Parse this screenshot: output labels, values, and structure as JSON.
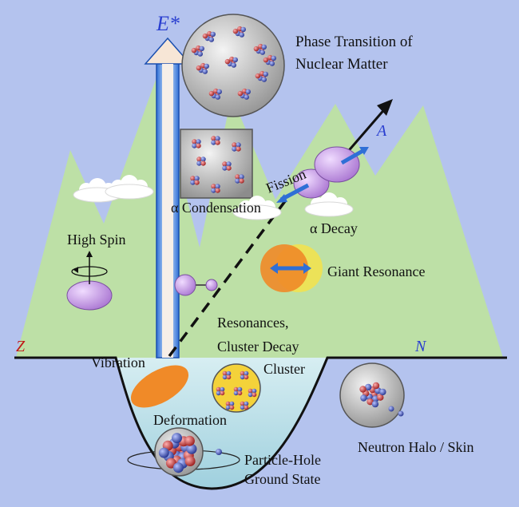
{
  "colors": {
    "background": "#b4c3ee",
    "mountain": "#bde0a6",
    "well": "#bfe3ec",
    "axis_label": "#c01818",
    "energy_label": "#2a3fd0",
    "nucleus_orange": "#f08a28",
    "nucleus_violet": "#c99ae6"
  },
  "labels": {
    "phase_line1": "Phase Transition of",
    "phase_line2": "Nuclear Matter",
    "energy_axis": "E*",
    "mass_axis": "A",
    "fission": "Fission",
    "alpha_condensation": "α Condensation",
    "alpha_decay": "α Decay",
    "high_spin": "High Spin",
    "giant_resonance": "Giant Resonance",
    "resonances_line1": "Resonances,",
    "resonances_line2": "Cluster Decay",
    "proton_axis": "Z",
    "neutron_axis": "N",
    "vibration": "Vibration",
    "cluster": "Cluster",
    "deformation": "Deformation",
    "neutron_halo": "Neutron Halo / Skin",
    "particle_hole_line1": "Particle-Hole",
    "ground_state_line2": "Ground State"
  },
  "icons": [
    "energy-arrow-icon",
    "mass-axis-arrow-icon",
    "phase-transition-icon",
    "alpha-condensation-icon",
    "cloud-icon",
    "fission-icon",
    "spin-icon",
    "giant-resonance-icon",
    "dinuclear-icon",
    "vibration-icon",
    "cluster-icon",
    "ground-state-nucleus-icon",
    "halo-nucleus-icon"
  ]
}
